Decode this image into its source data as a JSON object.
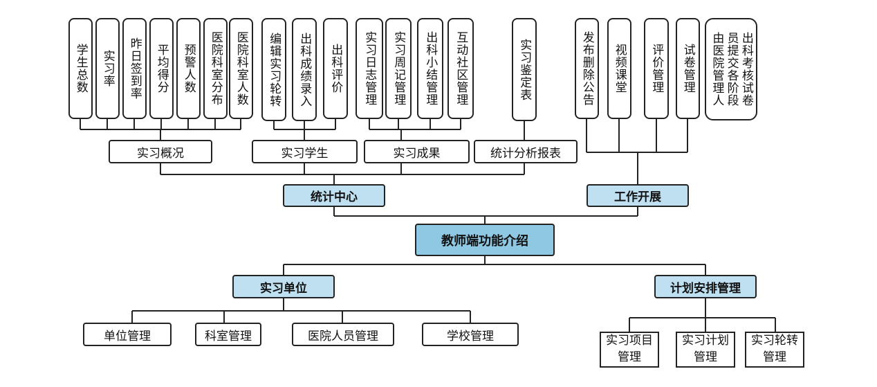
{
  "center": "教师端功能介绍",
  "branches": {
    "stats_center": "统计中心",
    "work": "工作开展",
    "unit": "实习单位",
    "plan": "计划安排管理"
  },
  "stats_groups": [
    "实习概况",
    "实习学生",
    "实习成果",
    "统计分析报表"
  ],
  "overview_leaves": [
    "学生总数",
    "实习率",
    "昨日签到率",
    "平均得分",
    "预警人数",
    "医院科室分布",
    "医院科室人数"
  ],
  "student_leaves": [
    "编辑实习轮转",
    "出科成绩录入",
    "出科评价"
  ],
  "result_leaves": [
    "实习日志管理",
    "实习周记管理",
    "出科小结管理",
    "互动社区管理"
  ],
  "report_leaves": [
    "实习鉴定表"
  ],
  "work_leaves": [
    "发布删除公告",
    "视频课堂",
    "评价管理",
    "试卷管理",
    "出科考核试卷\n员提交各阶段\n由医院管理人"
  ],
  "unit_leaves": [
    "单位管理",
    "科室管理",
    "医院人员管理",
    "学校管理"
  ],
  "plan_leaves": [
    "实习项目\n管理",
    "实习计划\n管理",
    "实习轮转\n管理"
  ]
}
